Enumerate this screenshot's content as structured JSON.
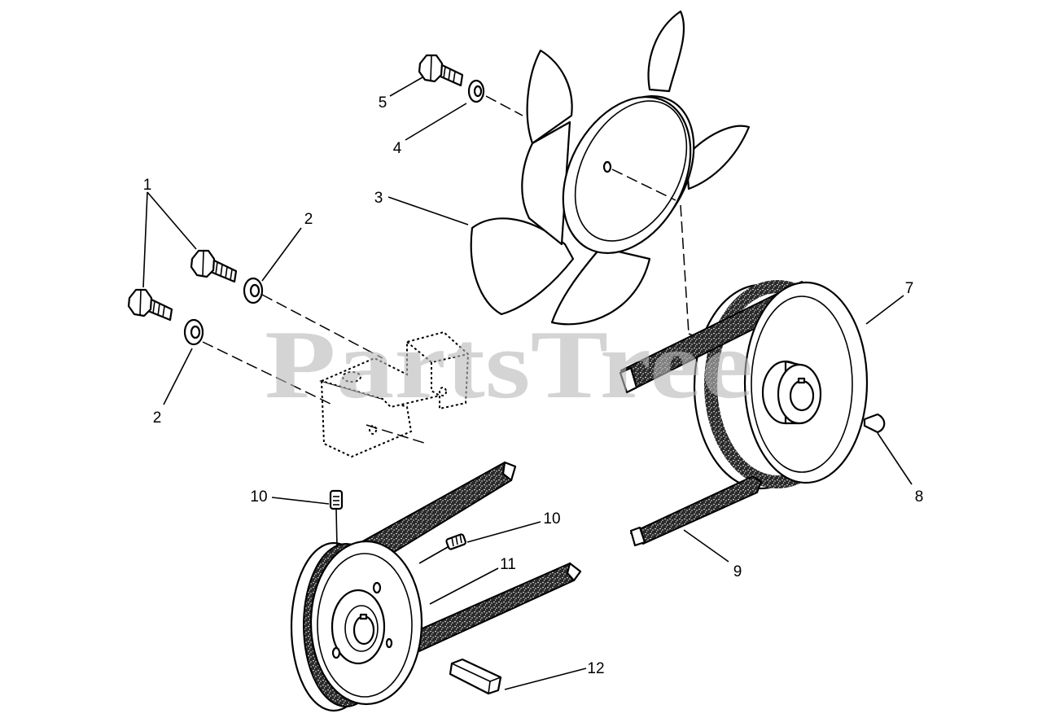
{
  "diagram": {
    "callouts": [
      "1",
      "2",
      "2",
      "3",
      "4",
      "5",
      "7",
      "8",
      "9",
      "10",
      "10",
      "11",
      "12"
    ],
    "watermark": "PartsTree"
  },
  "colors": {
    "line": "#000000",
    "background": "#ffffff",
    "watermark": "#b9b9b9"
  }
}
